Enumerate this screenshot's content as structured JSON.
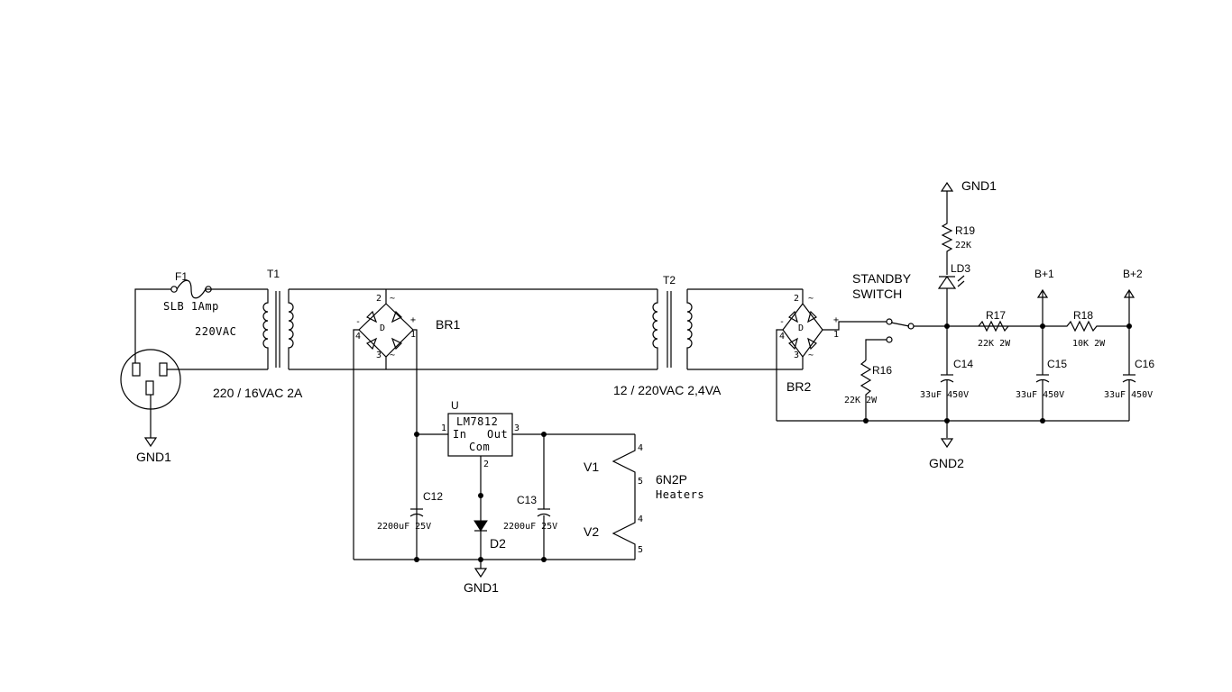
{
  "labels": {
    "F1": "F1",
    "fuse_rating": "SLB  1Amp",
    "primary": "220VAC",
    "T1": "T1",
    "t1_rating": "220 / 16VAC 2A",
    "BR1": "BR1",
    "T2": "T2",
    "t2_rating": "12 / 220VAC 2,4VA",
    "BR2": "BR2",
    "gnd_mains": "GND1",
    "gnd_reg": "GND1",
    "gnd_top": "GND1",
    "gnd2": "GND2",
    "standby_1": "STANDBY",
    "standby_2": "SWITCH",
    "R19": "R19",
    "r19_val": "22K",
    "LD3": "LD3",
    "Bp1": "B+1",
    "Bp2": "B+2",
    "R17": "R17",
    "r17_val": "22K  2W",
    "R18": "R18",
    "r18_val": "10K  2W",
    "R16": "R16",
    "r16_val": "22K  2W",
    "C14": "C14",
    "c14_val": "33uF  450V",
    "C15": "C15",
    "c15_val": "33uF  450V",
    "C16": "C16",
    "c16_val": "33uF  450V",
    "U": "U",
    "reg_name": "LM7812",
    "reg_in": "In",
    "reg_out": "Out",
    "reg_com": "Com",
    "pin1": "1",
    "pin2": "2",
    "pin3": "3",
    "C12": "C12",
    "c12_val": "2200uF  25V",
    "C13": "C13",
    "c13_val": "2200uF  25V",
    "D2": "D2",
    "V1": "V1",
    "V2": "V2",
    "tube": "6N2P",
    "heaters": "Heaters",
    "v1_pin4": "4",
    "v1_pin5": "5",
    "v2_pin4": "4",
    "v2_pin5": "5",
    "br_pin1": "1",
    "br_pin2": "2",
    "br_pin3": "3",
    "br_pin4": "4",
    "br_d": "D",
    "br_plus": "+",
    "br_minus": "-",
    "br_ac": "~"
  }
}
